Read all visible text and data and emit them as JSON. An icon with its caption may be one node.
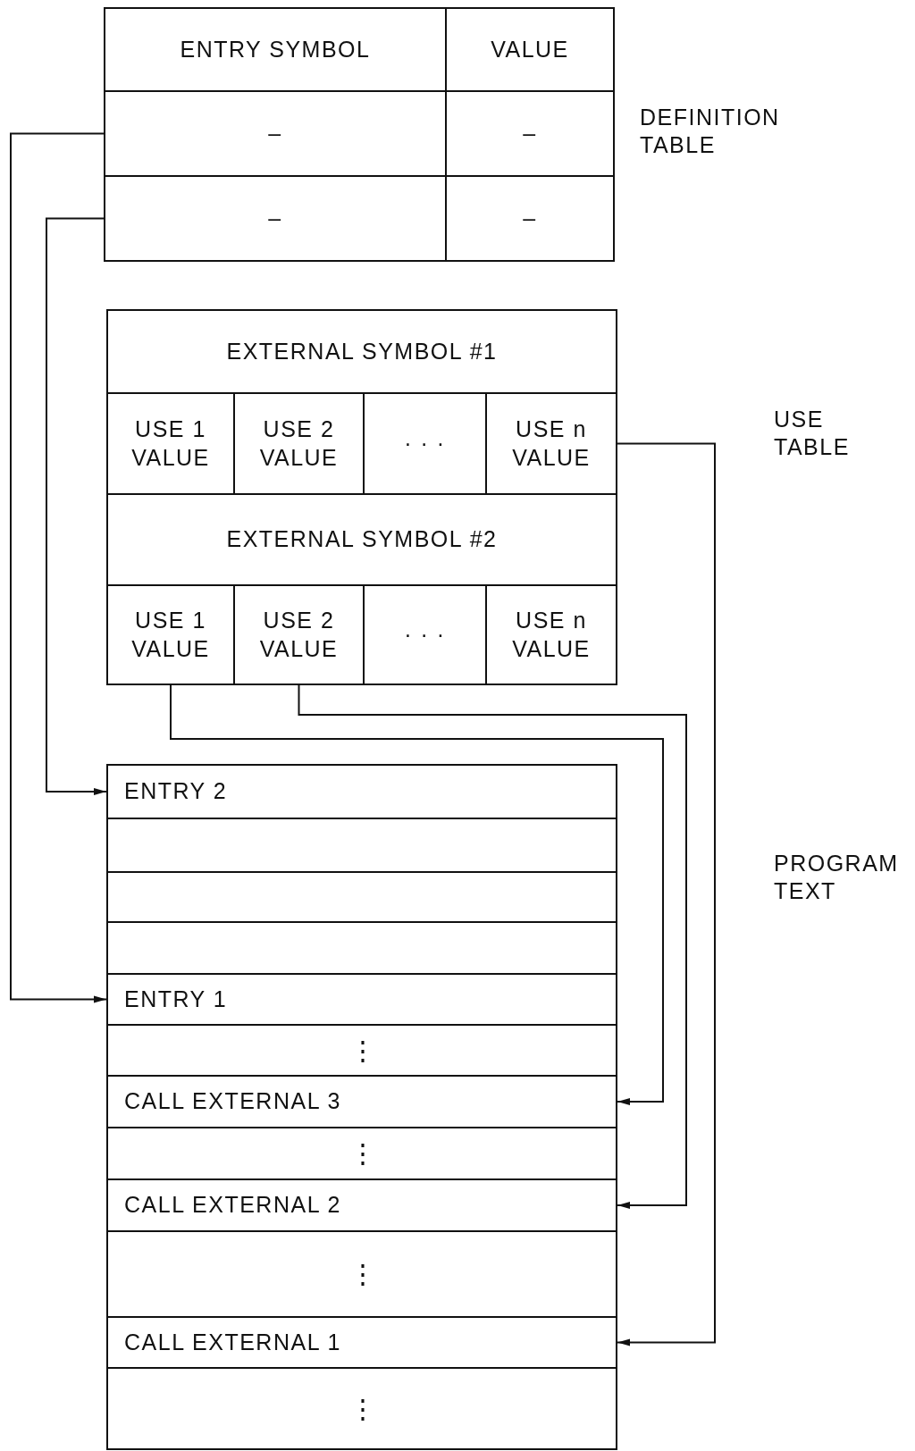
{
  "diagram": {
    "nodes": [
      {
        "text": [
          "DEFINITION TABLE"
        ]
      },
      {
        "text": [
          "ENTRY SYMBOL"
        ],
        "in": 0
      },
      {
        "text": [
          "VALUE"
        ],
        "in": 0
      },
      {
        "text": [
          "–"
        ],
        "in": 0
      },
      {
        "text": [
          "–"
        ],
        "in": 0
      },
      {
        "text": [
          "–"
        ],
        "in": 0
      },
      {
        "text": [
          "–"
        ],
        "in": 0
      },
      {
        "text": [
          "USE TABLE"
        ]
      },
      {
        "text": [
          "EXTERNAL SYMBOL #1"
        ],
        "in": 7
      },
      {
        "text": [
          "USE 1 VALUE"
        ],
        "in": 7
      },
      {
        "text": [
          "USE 2 VALUE"
        ],
        "in": 7
      },
      {
        "text": [
          "· · ·"
        ],
        "in": 7
      },
      {
        "text": [
          "USE n VALUE"
        ],
        "in": 7
      },
      {
        "text": [
          "EXTERNAL SYMBOL #2"
        ],
        "in": 7
      },
      {
        "text": [
          "USE 1 VALUE"
        ],
        "in": 7
      },
      {
        "text": [
          "USE 2 VALUE"
        ],
        "in": 7
      },
      {
        "text": [
          "· · ·"
        ],
        "in": 7
      },
      {
        "text": [
          "USE n VALUE"
        ],
        "in": 7
      },
      {
        "text": [
          "PROGRAM TEXT"
        ]
      },
      {
        "text": [
          "ENTRY 2"
        ],
        "in": 18
      },
      {
        "text": [],
        "shape": "box",
        "in": 18
      },
      {
        "text": [],
        "shape": "box",
        "in": 18
      },
      {
        "text": [],
        "shape": "box",
        "in": 18
      },
      {
        "text": [
          "ENTRY 1"
        ],
        "in": 18
      },
      {
        "text": [
          "⋮"
        ],
        "in": 18
      },
      {
        "text": [
          "CALL EXTERNAL 3"
        ],
        "in": 18
      },
      {
        "text": [
          "⋮"
        ],
        "in": 18
      },
      {
        "text": [
          "CALL EXTERNAL 2"
        ],
        "in": 18
      },
      {
        "text": [
          "⋮"
        ],
        "in": 18
      },
      {
        "text": [
          "CALL EXTERNAL 1"
        ],
        "in": 18
      },
      {
        "text": [
          "⋮"
        ],
        "in": 18
      }
    ],
    "edges": [
      {
        "from": 3,
        "to": 23,
        "arrow": "to"
      },
      {
        "from": 5,
        "to": 19,
        "arrow": "to"
      },
      {
        "from": 12,
        "to": 29,
        "arrow": "to"
      },
      {
        "from": 14,
        "to": 25,
        "arrow": "to"
      },
      {
        "from": 15,
        "to": 27,
        "arrow": "to"
      }
    ]
  }
}
